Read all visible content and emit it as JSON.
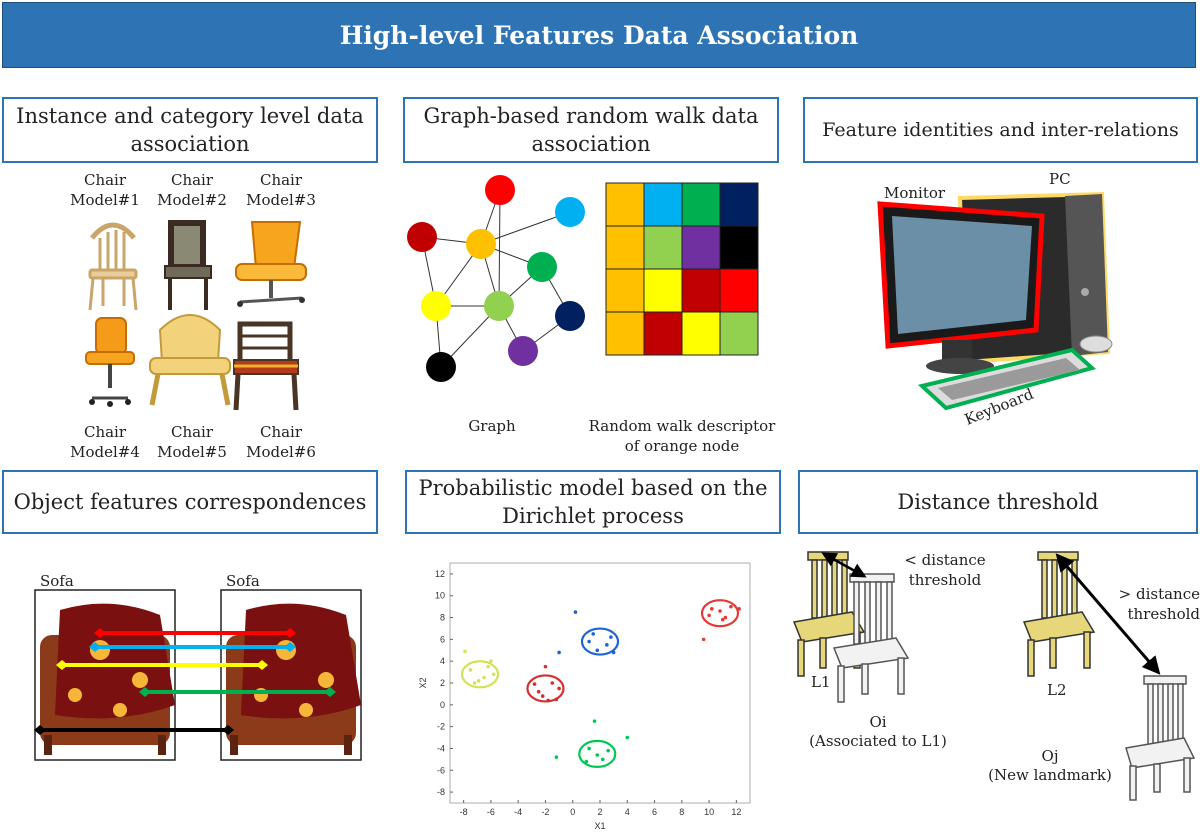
{
  "title": "High-level Features Data Association",
  "panels": {
    "instance": {
      "title": "Instance and category level data association",
      "models": [
        "Chair Model#1",
        "Chair Model#2",
        "Chair Model#3",
        "Chair Model#4",
        "Chair Model#5",
        "Chair Model#6"
      ]
    },
    "graph": {
      "title": "Graph-based random walk data association",
      "graph_caption": "Graph",
      "descriptor_caption": "Random walk descriptor of orange node",
      "node_colors": [
        "#ff0000",
        "#00b0f0",
        "#c00000",
        "#ffc000",
        "#00b050",
        "#ffff00",
        "#92d050",
        "#002060",
        "#7030a0",
        "#000000"
      ],
      "grid_colors": [
        [
          "#ffc000",
          "#00b0f0",
          "#00b050",
          "#002060"
        ],
        [
          "#ffc000",
          "#92d050",
          "#7030a0",
          "#000000"
        ],
        [
          "#ffc000",
          "#ffff00",
          "#c00000",
          "#ff0000"
        ],
        [
          "#ffc000",
          "#c00000",
          "#ffff00",
          "#92d050"
        ]
      ]
    },
    "feature": {
      "title": "Feature identities and inter-relations",
      "monitor_label": "Monitor",
      "pc_label": "PC",
      "keyboard_label": "Keyboard",
      "colors": {
        "monitor": "#ff0000",
        "pc": "#ffd966",
        "keyboard": "#00b050"
      }
    },
    "object": {
      "title": "Object features correspondences",
      "sofa_left": "Sofa",
      "sofa_right": "Sofa",
      "line_colors": [
        "#ff0000",
        "#00b0f0",
        "#ffff00",
        "#00b050",
        "#000000"
      ]
    },
    "dirichlet": {
      "title": "Probabilistic model based on the Dirichlet process",
      "xlabel": "X1",
      "ylabel": "X2",
      "xticks": [
        "-8",
        "-6",
        "-4",
        "-2",
        "0",
        "2",
        "4",
        "6",
        "8",
        "10",
        "12"
      ],
      "yticks": [
        "12",
        "10",
        "8",
        "6",
        "4",
        "2",
        "0",
        "-2",
        "-4",
        "-6",
        "-8"
      ]
    },
    "distance": {
      "title": "Distance threshold",
      "less_label": "< distance threshold",
      "greater_label": "> distance threshold",
      "l1": "L1",
      "l2": "L2",
      "oi": "Oi",
      "oi_note": "(Associated to L1)",
      "oj": "Oj",
      "oj_note": "(New landmark)"
    }
  },
  "chart_data": {
    "type": "scatter",
    "xlabel": "X1",
    "ylabel": "X2",
    "xlim": [
      -9,
      13
    ],
    "ylim": [
      -9,
      13
    ],
    "series": [
      {
        "color": "#d4e157",
        "center": [
          -6.8,
          2.8
        ],
        "points": [
          [
            -7.5,
            3.2
          ],
          [
            -6.5,
            2.5
          ],
          [
            -6.2,
            3.5
          ],
          [
            -7.2,
            2.0
          ],
          [
            -5.8,
            2.8
          ],
          [
            -7.9,
            4.9
          ],
          [
            -6.9,
            2.2
          ],
          [
            -6.0,
            4.0
          ]
        ]
      },
      {
        "color": "#d32f2f",
        "center": [
          -2.0,
          1.5
        ],
        "points": [
          [
            -2.5,
            1.2
          ],
          [
            -1.5,
            2.0
          ],
          [
            -2.2,
            0.8
          ],
          [
            -1.0,
            1.5
          ],
          [
            -2.8,
            1.9
          ],
          [
            -1.8,
            0.4
          ],
          [
            -2.0,
            3.5
          ],
          [
            -1.2,
            0.5
          ]
        ]
      },
      {
        "color": "#1e63d6",
        "center": [
          2.0,
          5.8
        ],
        "points": [
          [
            1.5,
            6.5
          ],
          [
            2.5,
            5.5
          ],
          [
            1.8,
            5.0
          ],
          [
            2.8,
            6.2
          ],
          [
            1.2,
            5.8
          ],
          [
            3.0,
            4.8
          ],
          [
            0.2,
            8.5
          ],
          [
            -1.0,
            4.8
          ]
        ]
      },
      {
        "color": "#00c853",
        "center": [
          1.8,
          -4.5
        ],
        "points": [
          [
            1.2,
            -4.0
          ],
          [
            2.2,
            -5.0
          ],
          [
            1.8,
            -4.6
          ],
          [
            2.6,
            -4.2
          ],
          [
            1.0,
            -5.2
          ],
          [
            1.6,
            -1.5
          ],
          [
            4.0,
            -3.0
          ],
          [
            -1.2,
            -4.8
          ]
        ]
      },
      {
        "color": "#e53935",
        "center": [
          10.8,
          8.4
        ],
        "points": [
          [
            10.2,
            8.8
          ],
          [
            11.2,
            8.0
          ],
          [
            10.8,
            8.6
          ],
          [
            11.6,
            9.0
          ],
          [
            10.0,
            8.2
          ],
          [
            9.6,
            6.0
          ],
          [
            12.2,
            8.8
          ],
          [
            11.0,
            7.8
          ]
        ]
      }
    ]
  }
}
